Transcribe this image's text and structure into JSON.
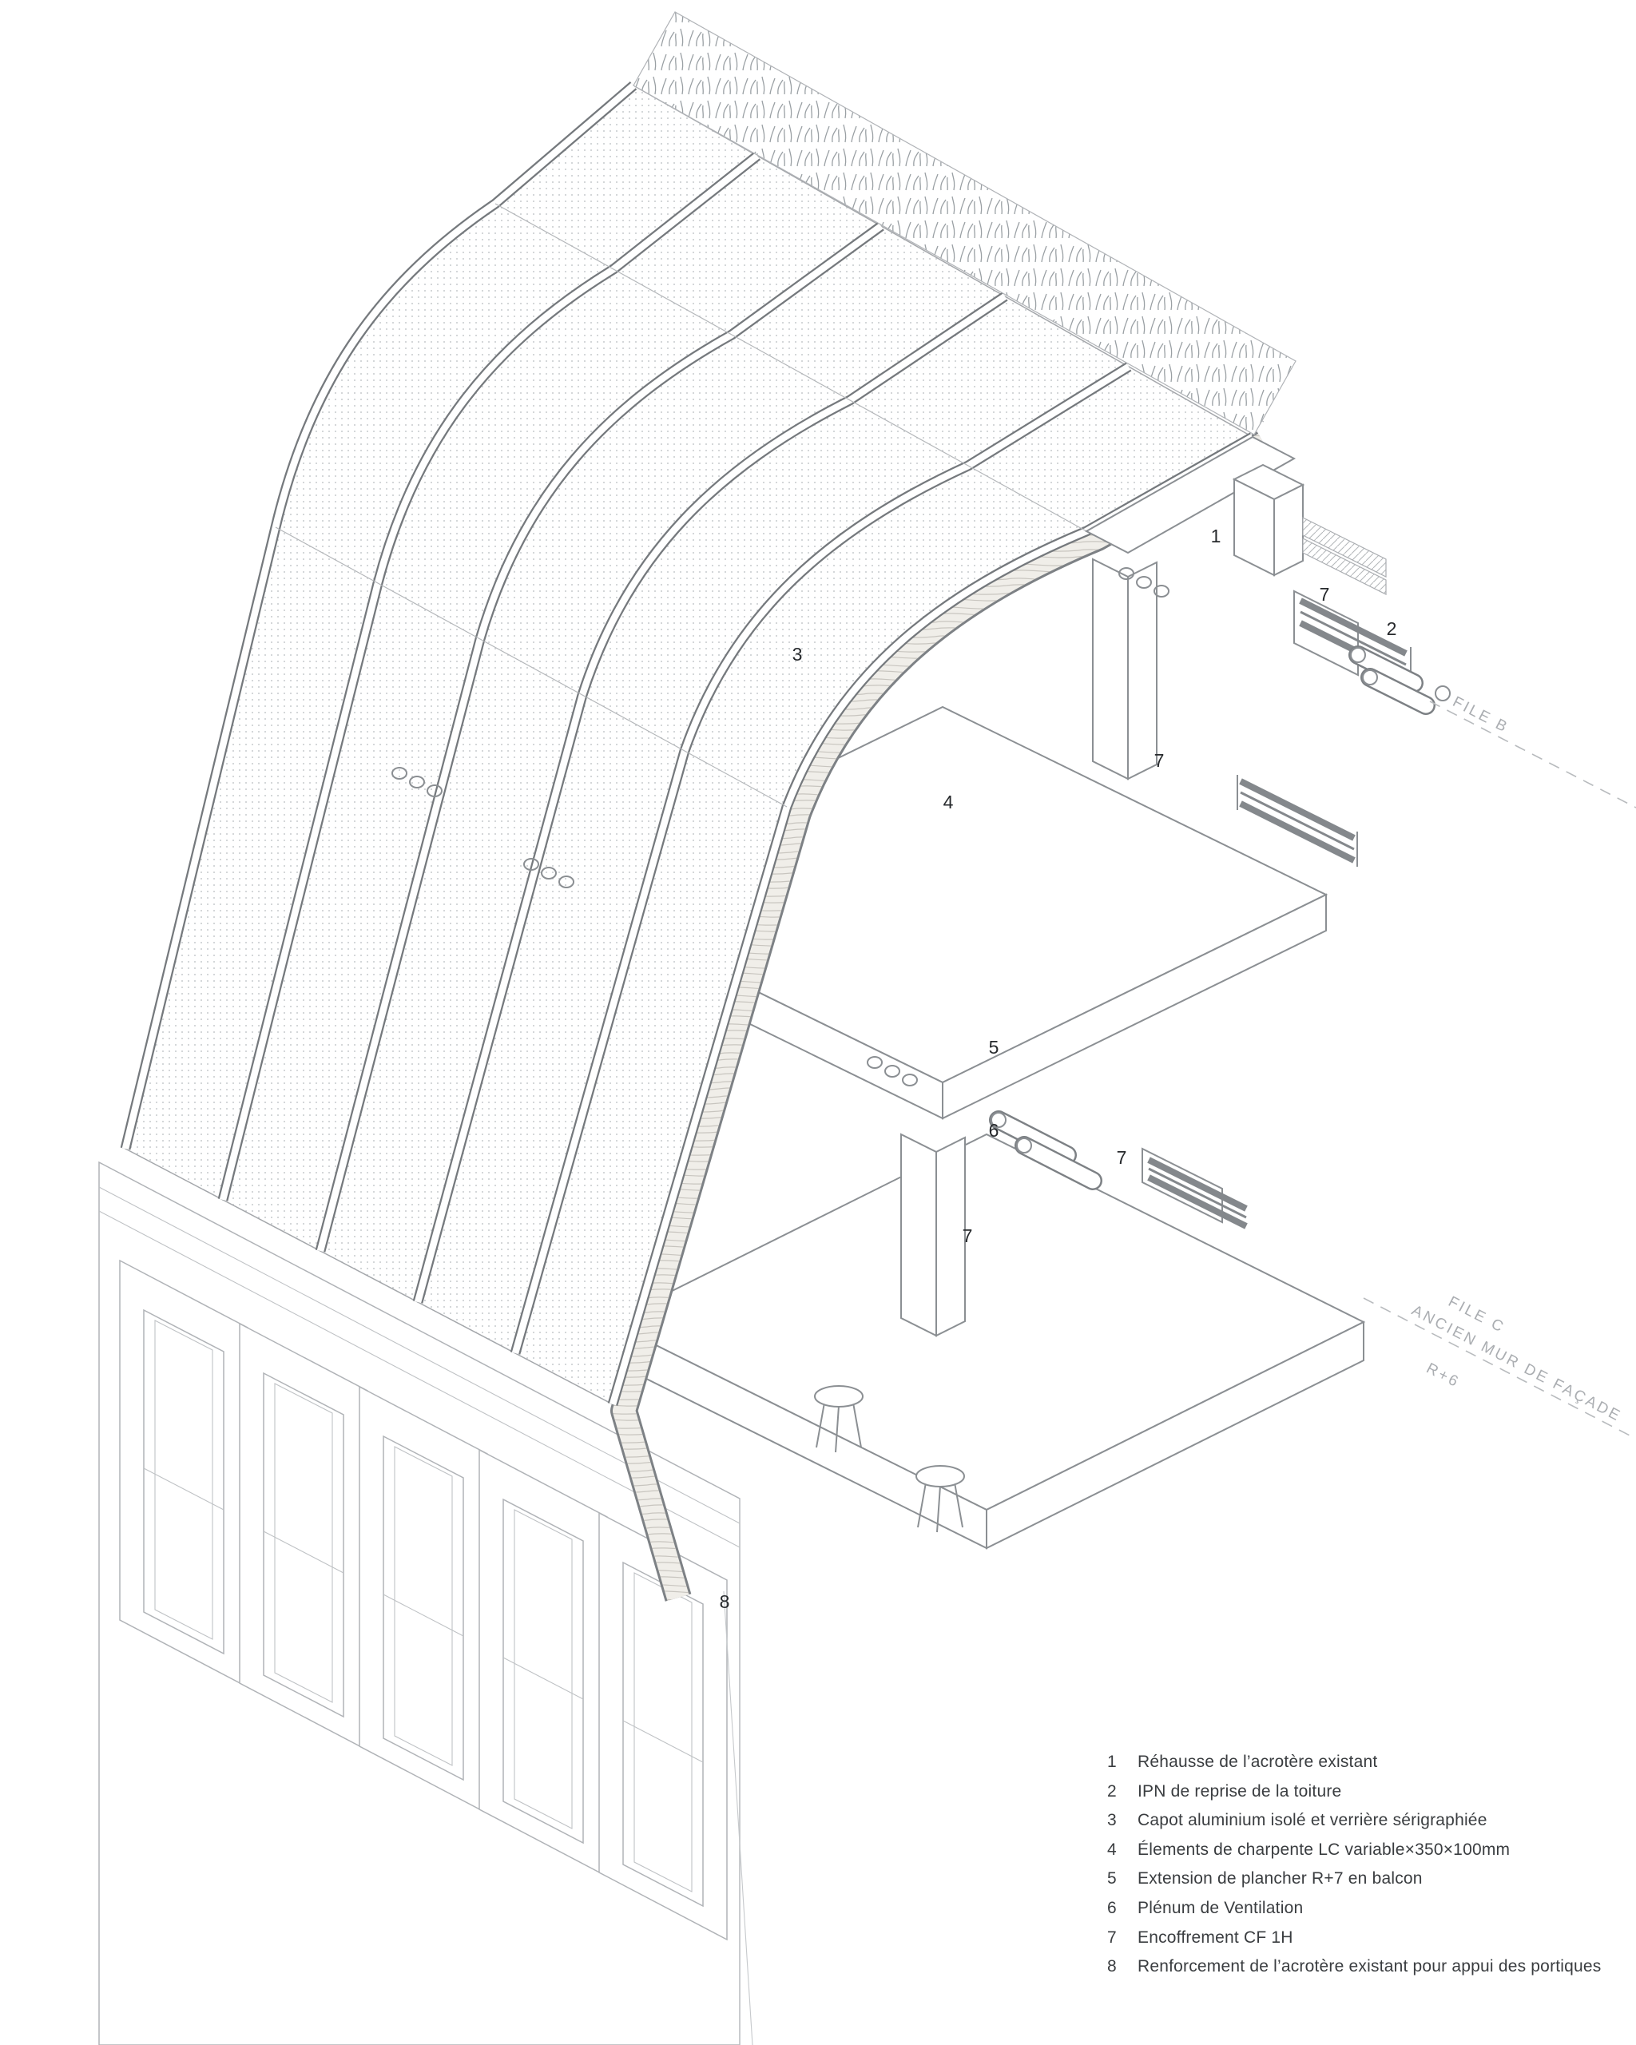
{
  "colors": {
    "ink": "#3a3d40",
    "drawing_line": "#8b8f93",
    "light_line": "#b8bbbe",
    "background": "#ffffff"
  },
  "drawing": {
    "callouts": [
      {
        "label": "1"
      },
      {
        "label": "7"
      },
      {
        "label": "2"
      },
      {
        "label": "3"
      },
      {
        "label": "7"
      },
      {
        "label": "4"
      },
      {
        "label": "5"
      },
      {
        "label": "6"
      },
      {
        "label": "7"
      },
      {
        "label": "7"
      },
      {
        "label": "8"
      }
    ],
    "reference_lines": {
      "file_b": "FILE B",
      "file_c": "FILE C",
      "ancien_mur": "ANCIEN MUR DE FAÇADE",
      "r6": "R+6"
    }
  },
  "legend": {
    "items": [
      {
        "num": "1",
        "text": "Réhausse de l’acrotère existant"
      },
      {
        "num": "2",
        "text": "IPN de reprise de la toiture"
      },
      {
        "num": "3",
        "text": "Capot aluminium isolé et verrière sérigraphiée"
      },
      {
        "num": "4",
        "text": "Élements de charpente LC variable×350×100mm"
      },
      {
        "num": "5",
        "text": "Extension de plancher R+7 en balcon"
      },
      {
        "num": "6",
        "text": "Plénum de Ventilation"
      },
      {
        "num": "7",
        "text": "Encoffrement CF 1H"
      },
      {
        "num": "8",
        "text": "Renforcement de l’acrotère existant pour appui des portiques"
      }
    ]
  }
}
